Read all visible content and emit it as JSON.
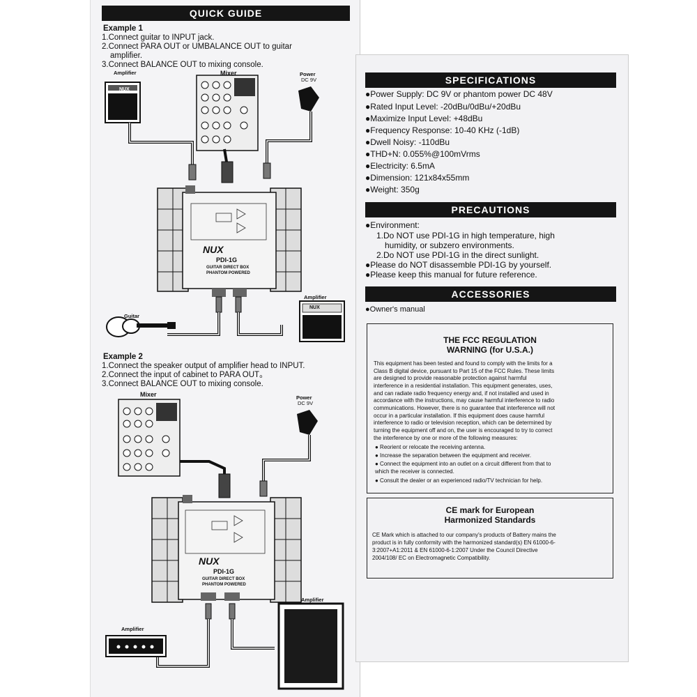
{
  "quick_guide": {
    "title": "QUICK GUIDE",
    "example1": {
      "heading": "Example 1",
      "steps": [
        "1.Connect guitar to INPUT jack.",
        "2.Connect PARA OUT or UMBALANCE OUT to guitar",
        "amplifier.",
        "3.Connect BALANCE OUT to mixing console."
      ],
      "labels": {
        "amplifier": "Amplifier",
        "mixer": "Mixer",
        "power": "Power",
        "power_spec": "DC 9V",
        "guitar": "Guitar",
        "amplifier2": "Amplifier"
      }
    },
    "example2": {
      "heading": "Example 2",
      "steps": [
        "1.Connect the speaker output of amplifier head to INPUT.",
        "2.Connect the input of cabinet to PARA OUT。",
        "3.Connect BALANCE OUT to mixing console."
      ],
      "labels": {
        "mixer": "Mixer",
        "power": "Power",
        "power_spec": "DC 9V",
        "amplifier_head": "Amplifier",
        "amplifier_cabinet": "Amplifier"
      }
    },
    "device": {
      "brand": "NUX",
      "model": "PDI-1G",
      "line1": "GUITAR DIRECT BOX",
      "line2": "PHANTOM POWERED"
    },
    "amp_brand": "NUX"
  },
  "specifications": {
    "title": "SPECIFICATIONS",
    "items": [
      "●Power Supply: DC 9V or phantom power DC 48V",
      "●Rated Input Level: -20dBu/0dBu/+20dBu",
      "●Maximize Input Level: +48dBu",
      "●Frequency Response: 10-40 KHz (-1dB)",
      "●Dwell Noisy: -110dBu",
      "●THD+N: 0.055%@100mVrms",
      "●Electricity: 6.5mA",
      "●Dimension: 121x84x55mm",
      "●Weight: 350g"
    ]
  },
  "precautions": {
    "title": "PRECAUTIONS",
    "lines": [
      "●Environment:",
      "1.Do NOT use PDI-1G in high temperature,  high",
      "humidity, or subzero environments.",
      "2.Do NOT use PDI-1G in the direct sunlight.",
      "●Please do NOT disassemble PDI-1G by yourself.",
      "●Please keep this manual for future reference."
    ]
  },
  "accessories": {
    "title": "ACCESSORIES",
    "items": [
      "●Owner's manual"
    ]
  },
  "fcc": {
    "title1": "THE FCC REGULATION",
    "title2": "WARNING (for U.S.A.)",
    "lines": [
      "This equipment has been tested and found to comply with the limits for a",
      "Class B digital device, pursuant to Part 15 of the FCC Rules. These limits",
      "are designed to provide reasonable protection against harmful",
      "interference in a residential installation. This equipment generates, uses,",
      "and can radiate radio frequency energy and, if not installed and used in",
      "accordance with the instructions, may cause harmful interference to radio",
      "communications. However, there is no guarantee that interference will not",
      "occur in a particular installation. If this equipment does cause harmful",
      "interference to radio or television reception, which can be determined by",
      "turning the equipment off and on, the user is encouraged to try to correct",
      "the interference by one or more of the following measures:"
    ],
    "bullets": [
      "● Reorient or relocate the receiving antenna.",
      "● Increase the separation between the equipment and receiver.",
      "● Connect the equipment into an outlet on a circuit different from that to",
      "   which the receiver is connected.",
      "● Consult the dealer or an experienced radio/TV technician for help."
    ]
  },
  "ce": {
    "title1": "CE mark for European",
    "title2": "Harmonized Standards",
    "lines": [
      "CE Mark which is attached to our company's products of Battery mains the",
      "product is in fully conformity with the harmonized standard(s) EN 61000-6-",
      "3:2007+A1:2011 & EN 61000-6-1:2007 Under the Council Directive",
      "2004/108/ EC on Electromagnetic Compatibility."
    ]
  }
}
